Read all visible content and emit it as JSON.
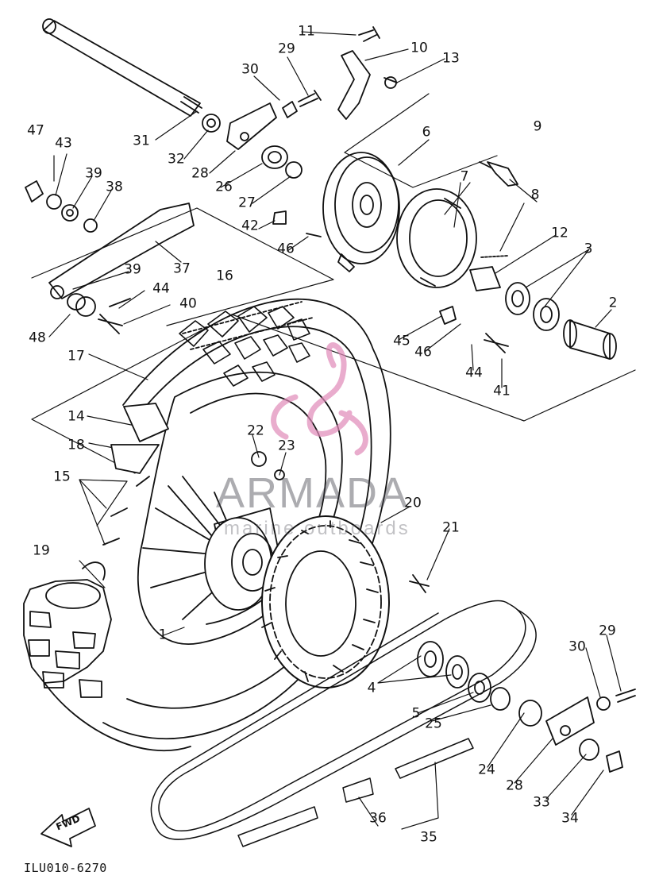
{
  "diagram": {
    "labels": [
      "11",
      "10",
      "13",
      "29",
      "30",
      "31",
      "32",
      "28",
      "26",
      "27",
      "6",
      "9",
      "7",
      "8",
      "12",
      "3",
      "2",
      "47",
      "43",
      "39",
      "38",
      "42",
      "46",
      "37",
      "16",
      "39",
      "44",
      "40",
      "48",
      "45",
      "46",
      "44",
      "41",
      "17",
      "14",
      "22",
      "23",
      "18",
      "15",
      "20",
      "21",
      "19",
      "1",
      "4",
      "5",
      "25",
      "30",
      "29",
      "24",
      "28",
      "33",
      "34",
      "36",
      "35"
    ],
    "code": "ILU010-6270",
    "fwd_label": "FWD"
  },
  "watermark": {
    "brand": "ARMADA",
    "sub": "marine outboards",
    "colors": {
      "brand": "#4a4a55",
      "logo": "#e08ab8"
    }
  },
  "colors": {
    "line": "#111111",
    "background": "#ffffff"
  }
}
